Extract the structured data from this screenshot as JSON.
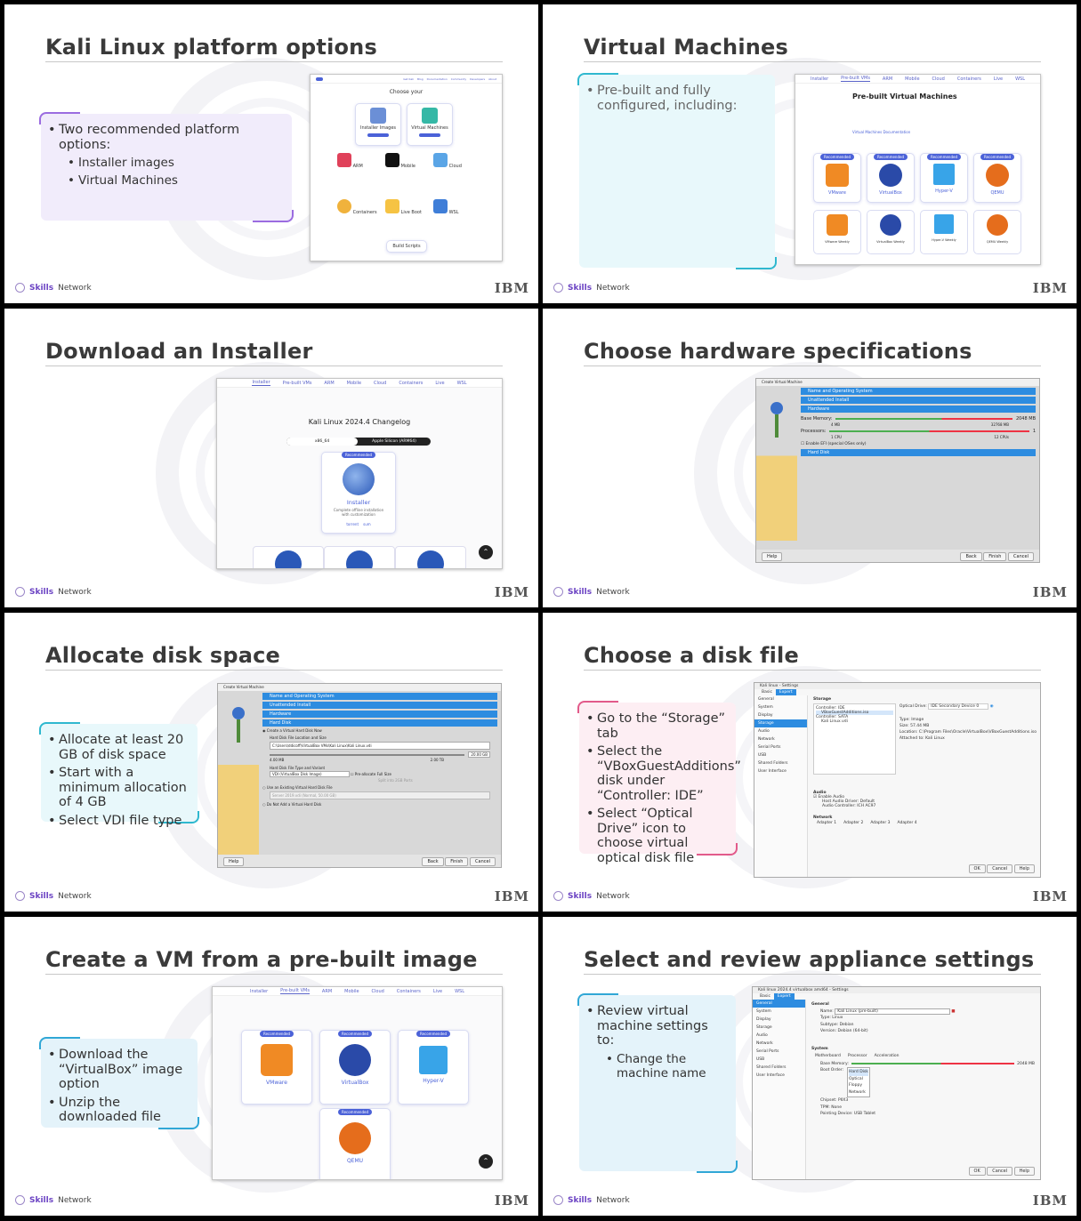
{
  "footer": {
    "brand_bold": "Skills",
    "brand_rest": "Network",
    "ibm": "IBM"
  },
  "slides": [
    {
      "title": "Kali Linux platform options",
      "bullets": [
        "Two recommended platform options:"
      ],
      "subbullets": [
        "Installer images",
        "Virtual Machines"
      ],
      "shot": {
        "choose": "Choose your",
        "cards": [
          "Installer Images",
          "Virtual Machines",
          "ARM",
          "Mobile",
          "Cloud",
          "Containers",
          "Live Boot",
          "WSL"
        ],
        "build": "Build Scripts",
        "nav": [
          "Get Kali",
          "Blog",
          "Documentation",
          "Community",
          "Developers",
          "About",
          "Donate"
        ]
      }
    },
    {
      "title": "Virtual Machines",
      "bullets": [
        "Pre-built and fully configured, including:"
      ],
      "shot": {
        "nav": [
          "Installer",
          "Pre-built VMs",
          "ARM",
          "Mobile",
          "Cloud",
          "Containers",
          "Live",
          "WSL"
        ],
        "heading": "Pre-built Virtual Machines",
        "doc_link": "Virtual Machines Documentation",
        "cards": [
          "VMware",
          "VirtualBox",
          "Hyper-V",
          "QEMU"
        ],
        "cards2": [
          "VMware Weekly",
          "VirtualBox Weekly",
          "Hyper-V Weekly",
          "QEMU Weekly"
        ],
        "badge": "Recommended"
      }
    },
    {
      "title": "Download an Installer",
      "shot": {
        "nav": [
          "Installer",
          "Pre-built VMs",
          "ARM",
          "Mobile",
          "Cloud",
          "Containers",
          "Live",
          "WSL"
        ],
        "heading": "Kali Linux 2024.4 Changelog",
        "arch_on": "x86_64",
        "arch_off": "Apple Silicon (ARM64)",
        "badge": "Recommended",
        "card_title": "Installer",
        "card_desc": "Complete offline installation with customization",
        "links": [
          "torrent",
          "sum"
        ]
      }
    },
    {
      "title": "Choose hardware specifications",
      "shot": {
        "window": "Create Virtual Machine",
        "sections": [
          "Name and Operating System",
          "Unattended Install",
          "Hardware",
          "Hard Disk"
        ],
        "base_memory": "Base Memory:",
        "mem_value": "2048 MB",
        "mem_min": "4 MB",
        "mem_max": "32768 MB",
        "processors": "Processors:",
        "cpu_value": "1",
        "cpu_min": "1 CPU",
        "cpu_max": "12 CPUs",
        "efi": "Enable EFI (special OSes only)",
        "buttons": [
          "Help",
          "Back",
          "Finish",
          "Cancel"
        ]
      }
    },
    {
      "title": "Allocate disk space",
      "bullets": [
        "Allocate at least 20 GB of disk space",
        "Start with a minimum allocation of 4 GB",
        "Select VDI file type"
      ],
      "shot": {
        "window": "Create Virtual Machine",
        "sections": [
          "Name and Operating System",
          "Unattended Install",
          "Hardware",
          "Hard Disk"
        ],
        "create_new": "Create a Virtual Hard Disk Now",
        "loc_label": "Hard Disk File Location and Size",
        "path": "C:\\Users\\ddicoff\\VirtualBox VMs\\Kali Linux\\Kali Linux.vdi",
        "size": "20.00 GB",
        "min": "4.00 MB",
        "max": "2.00 TB",
        "type_label": "Hard Disk File Type and Variant",
        "type": "VDI (VirtualBox Disk Image)",
        "prealloc": "Pre-allocate Full Size",
        "split": "Split into 2GB Parts",
        "use_existing": "Use an Existing Virtual Hard Disk File",
        "existing": "Server 2019.vdi (Normal, 50.00 GB)",
        "no_disk": "Do Not Add a Virtual Hard Disk",
        "buttons": [
          "Help",
          "Back",
          "Finish",
          "Cancel"
        ]
      }
    },
    {
      "title": "Choose a disk file",
      "bullets": [
        "Go to the “Storage” tab",
        "Select the “VBoxGuestAdditions” disk under “Controller: IDE”",
        "Select “Optical Drive” icon to choose virtual optical disk file"
      ],
      "shot": {
        "window": "Kali linux - Settings",
        "tabs": [
          "Basic",
          "Expert"
        ],
        "side": [
          "General",
          "System",
          "Display",
          "Storage",
          "Audio",
          "Network",
          "Serial Ports",
          "USB",
          "Shared Folders",
          "User Interface"
        ],
        "selected": "Storage",
        "devices": [
          "Controller: IDE",
          "VBoxGuestAdditions.iso",
          "Controller: SATA",
          "Kali Linux.vdi"
        ],
        "optical": "IDE Secondary Device 0",
        "type": "Image",
        "size": "57.44 MB",
        "location": "C:\\Program Files\\Oracle\\VirtualBox\\VBoxGuestAdditions.iso",
        "attached": "Kali Linux",
        "audio": "Enable Audio",
        "host_driver": "Default",
        "controller": "ICH AC97",
        "network": [
          "Adapter 1",
          "Adapter 2",
          "Adapter 3",
          "Adapter 4"
        ],
        "buttons": [
          "OK",
          "Cancel",
          "Help"
        ]
      }
    },
    {
      "title": "Create a VM from a pre-built image",
      "bullets": [
        "Download the “VirtualBox” image option",
        "Unzip the downloaded file"
      ],
      "shot": {
        "nav": [
          "Installer",
          "Pre-built VMs",
          "ARM",
          "Mobile",
          "Cloud",
          "Containers",
          "Live",
          "WSL"
        ],
        "badge": "Recommended",
        "cards": [
          "VMware",
          "VirtualBox",
          "Hyper-V",
          "QEMU"
        ]
      }
    },
    {
      "title": "Select and review appliance settings",
      "bullets": [
        "Review virtual machine settings to:"
      ],
      "subbullets": [
        "Change the machine name"
      ],
      "shot": {
        "window": "Kali linux 2024.4 virtualbox amd64 - Settings",
        "tabs": [
          "Basic",
          "Expert"
        ],
        "side": [
          "General",
          "System",
          "Display",
          "Storage",
          "Audio",
          "Network",
          "Serial Ports",
          "USB",
          "Shared Folders",
          "User Interface"
        ],
        "selected": "General",
        "name": "Kali Linux (pre-built)",
        "ostype": "Linux",
        "subtype": "Debian",
        "version": "Debian (64-bit)",
        "system_tabs": [
          "Motherboard",
          "Processor",
          "Acceleration"
        ],
        "memory": "2048 MB",
        "boot": [
          "Hard Disk",
          "Optical",
          "Floppy",
          "Network"
        ],
        "chipset": "PIIX3",
        "tpm": "None",
        "pointing": "USB Tablet",
        "buttons": [
          "OK",
          "Cancel",
          "Help"
        ]
      }
    }
  ]
}
